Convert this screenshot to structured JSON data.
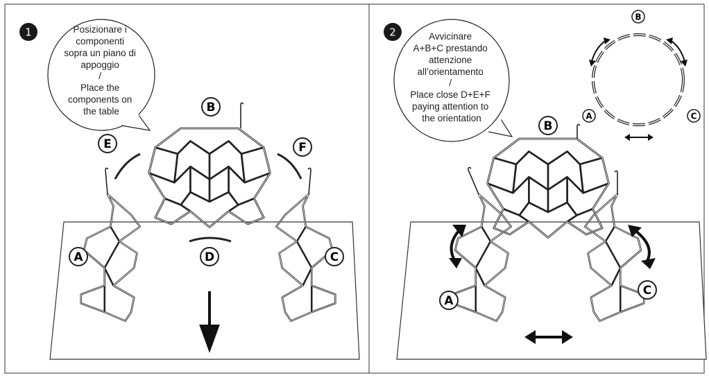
{
  "panels": [
    {
      "step": "1",
      "bubble_lines": [
        "Posizionare i",
        "componenti",
        "sopra un piano di",
        "appoggio",
        "/",
        "Place the",
        "components on",
        "the table"
      ],
      "labels": {
        "A": "A",
        "B": "B",
        "C": "C",
        "D": "D",
        "E": "E",
        "F": "F"
      }
    },
    {
      "step": "2",
      "bubble_lines": [
        "Avvicinare",
        "A+B+C prestando",
        "attenzione",
        "all’orientamento",
        "/",
        "Place close D+E+F",
        "paying attention to",
        "the orientation"
      ],
      "labels": {
        "A": "A",
        "B": "B",
        "C": "C",
        "mini_A": "A",
        "mini_B": "B",
        "mini_C": "C"
      }
    }
  ],
  "colors": {
    "line": "#222222",
    "step_badge": "#1a1a1a",
    "arrow": "#111111",
    "background": "#ffffff"
  }
}
